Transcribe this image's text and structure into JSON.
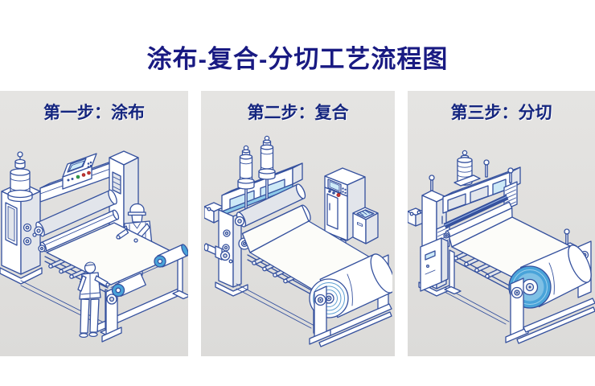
{
  "title": {
    "text": "涂布-复合-分切工艺流程图"
  },
  "steps": [
    {
      "label": "第一步：涂布",
      "step_number": "第一步",
      "process_name": "涂布",
      "illustration": "coating-machine"
    },
    {
      "label": "第二步：复合",
      "step_number": "第二步",
      "process_name": "复合",
      "illustration": "laminating-machine"
    },
    {
      "label": "第三步：分切",
      "step_number": "第三步",
      "process_name": "分切",
      "illustration": "slitting-machine"
    }
  ],
  "palette": {
    "page_background": "#ffffff",
    "panel_background": "#e2e1df",
    "title_color": "#191a82",
    "step_label_color": "#15267f",
    "line_art_blue": "#35519e",
    "roll_accent_blue": "#49a3d9",
    "light_sky_blue": "#cde9f7",
    "indicator_red": "#c43431",
    "indicator_green": "#2e9e4f"
  }
}
